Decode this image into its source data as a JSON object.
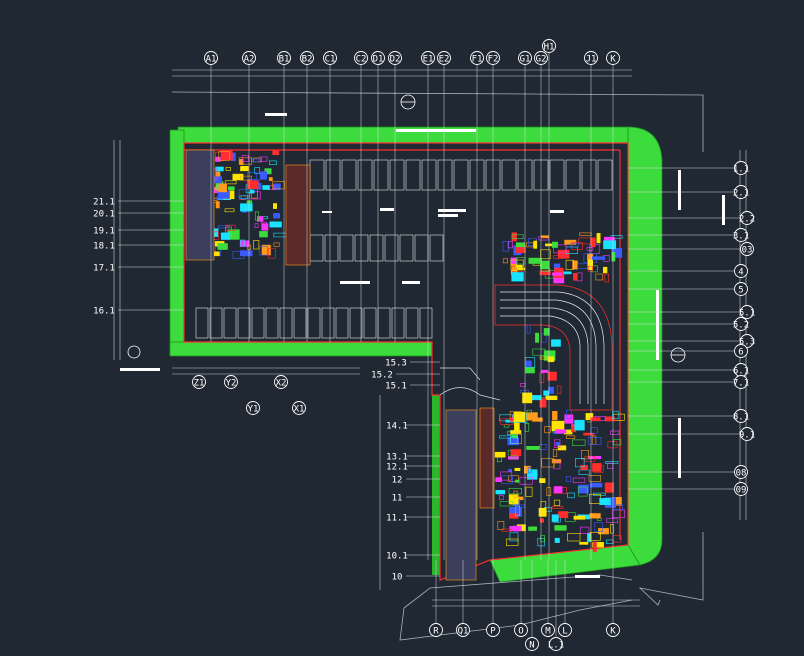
{
  "app": {
    "type": "cad-viewer",
    "background": "#1f2833"
  },
  "colors": {
    "grid_line": "#d7dde3",
    "bubble": "#ffffff",
    "wall": "#ff2d2d",
    "planting": "#3ddc3d",
    "planting_edge": "#1e8f1e",
    "parking": "#e8e8e8",
    "core_magenta": "#ff34ff",
    "core_yellow": "#ffe500",
    "core_cyan": "#19e3ff",
    "core_blue": "#3b5bff",
    "core_orange": "#ff9a1a"
  },
  "grid_top": [
    "A1",
    "A2",
    "B1",
    "B2",
    "C1",
    "C2",
    "D1",
    "D2",
    "E1",
    "E2",
    "F1",
    "F2",
    "G1",
    "G2",
    "H1",
    "J1",
    "K"
  ],
  "grid_bottom_left": [
    "Z1",
    "Y2",
    "X2",
    "Y1",
    "X1"
  ],
  "grid_bottom_right": [
    "R",
    "Q1",
    "P",
    "O",
    "N",
    "M",
    "L",
    "L.1",
    "K"
  ],
  "grid_right": [
    "1.1",
    "2.1",
    "2.2",
    "3.1",
    "03",
    "4",
    "5",
    "5.1",
    "5.2",
    "5.3",
    "6",
    "6.1",
    "7.1",
    "8.1",
    "9.1",
    "08",
    "09"
  ],
  "grid_left_upper": [
    "21.1",
    "20.1",
    "19.1",
    "18.1",
    "17.1",
    "16.1"
  ],
  "grid_mid": [
    "15.3",
    "15.2",
    "15.1"
  ],
  "grid_left_lower": [
    "14.1",
    "13.1",
    "12.1",
    "12",
    "11",
    "11.1",
    "10.1",
    "10"
  ]
}
